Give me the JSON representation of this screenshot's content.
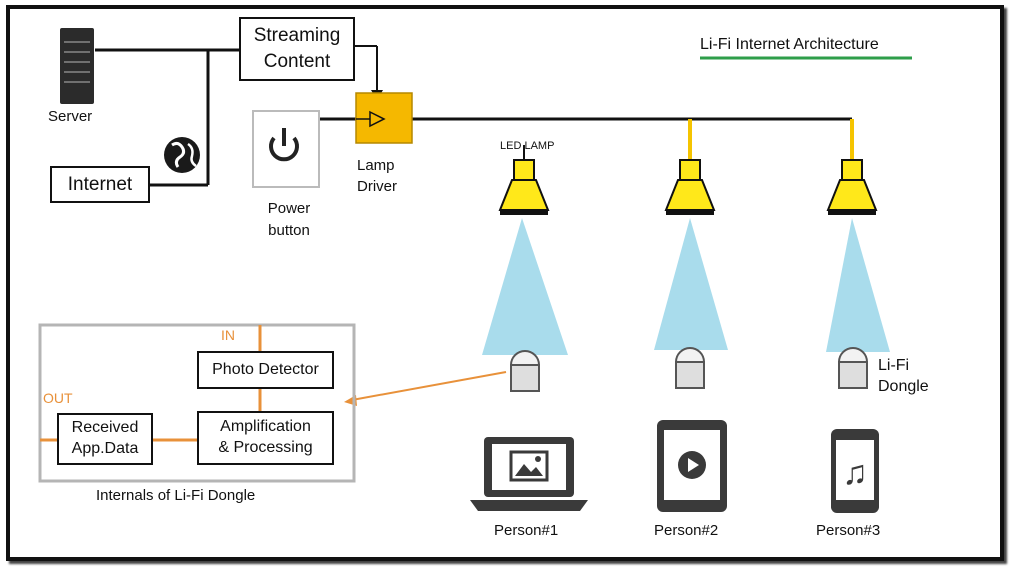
{
  "title": "Li-Fi Internet Architecture",
  "nodes": {
    "server": "Server",
    "streaming": "Streaming\nContent",
    "internet": "Internet",
    "power_button": "Power\nbutton",
    "lamp_driver": "Lamp\nDriver",
    "led_lamp": "LED LAMP",
    "lifi_dongle": "Li-Fi\nDongle"
  },
  "dongle_internals": {
    "caption": "Internals of Li-Fi Dongle",
    "in_label": "IN",
    "out_label": "OUT",
    "photo_detector": "Photo Detector",
    "amplification": "Amplification\n& Processing",
    "received": "Received\nApp.Data"
  },
  "persons": [
    "Person#1",
    "Person#2",
    "Person#3"
  ],
  "colors": {
    "lamp_yellow": "#ffe81a",
    "driver_orange": "#f5b800",
    "beam_blue": "#a9dcec",
    "title_underline": "#2e9e4a",
    "arrow_orange": "#e8913a",
    "device_dark": "#3a3a3a"
  },
  "icons": [
    "server-icon",
    "globe-icon",
    "power-icon",
    "led-lamp-icon",
    "dongle-icon",
    "laptop-icon",
    "tablet-icon",
    "phone-icon"
  ]
}
